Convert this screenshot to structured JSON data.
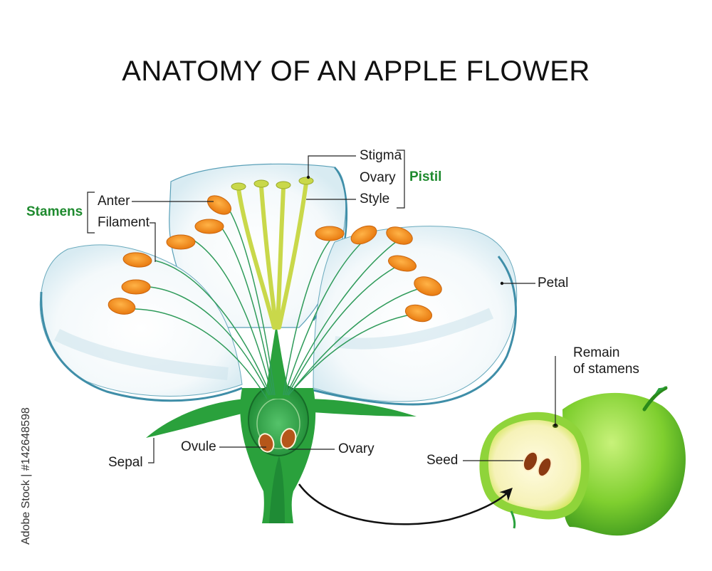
{
  "title": "ANATOMY OF AN APPLE FLOWER",
  "groups": {
    "stamens": "Stamens",
    "pistil": "Pistil"
  },
  "labels": {
    "stigma": "Stigma",
    "ovary_top": "Ovary",
    "style": "Style",
    "anter": "Anter",
    "filament": "Filament",
    "petal": "Petal",
    "remain_line1": "Remain",
    "remain_line2": "of stamens",
    "sepal": "Sepal",
    "ovule": "Ovule",
    "ovary_bottom": "Ovary",
    "seed": "Seed"
  },
  "watermark": "Adobe Stock | #142648598",
  "colors": {
    "group_label": "#1e8a2e",
    "anther": "#f28c1c",
    "petal_edge": "#3f8ea8",
    "sepal_green": "#2aa13c",
    "apple_green": "#8fd43a"
  }
}
